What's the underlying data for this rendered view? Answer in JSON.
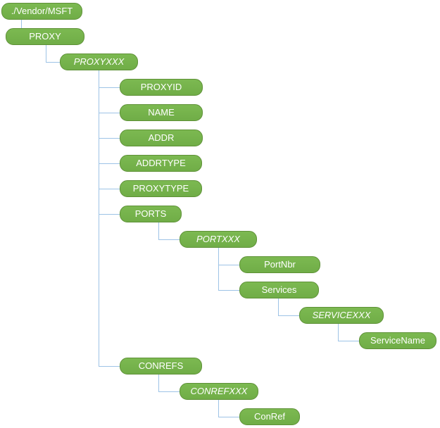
{
  "diagram": {
    "type": "tree",
    "root_path": "./Vendor/MSFT"
  },
  "colors": {
    "node_fill": "#70AD47",
    "node_border": "#5E9137",
    "node_text": "#FFFFFF",
    "connector": "#9DC3E6"
  },
  "nodes": [
    {
      "label": "./Vendor/MSFT",
      "parent": null,
      "italic": false
    },
    {
      "label": "PROXY",
      "parent": "./Vendor/MSFT",
      "italic": false
    },
    {
      "label": "PROXYXXX",
      "parent": "PROXY",
      "italic": true
    },
    {
      "label": "PROXYID",
      "parent": "PROXYXXX",
      "italic": false
    },
    {
      "label": "NAME",
      "parent": "PROXYXXX",
      "italic": false
    },
    {
      "label": "ADDR",
      "parent": "PROXYXXX",
      "italic": false
    },
    {
      "label": "ADDRTYPE",
      "parent": "PROXYXXX",
      "italic": false
    },
    {
      "label": "PROXYTYPE",
      "parent": "PROXYXXX",
      "italic": false
    },
    {
      "label": "PORTS",
      "parent": "PROXYXXX",
      "italic": false
    },
    {
      "label": "PORTXXX",
      "parent": "PORTS",
      "italic": true
    },
    {
      "label": "PortNbr",
      "parent": "PORTXXX",
      "italic": false
    },
    {
      "label": "Services",
      "parent": "PORTXXX",
      "italic": false
    },
    {
      "label": "SERVICEXXX",
      "parent": "Services",
      "italic": true
    },
    {
      "label": "ServiceName",
      "parent": "SERVICEXXX",
      "italic": false
    },
    {
      "label": "CONREFS",
      "parent": "PROXYXXX",
      "italic": false
    },
    {
      "label": "CONREFXXX",
      "parent": "CONREFS",
      "italic": true
    },
    {
      "label": "ConRef",
      "parent": "CONREFXXX",
      "italic": false
    }
  ]
}
